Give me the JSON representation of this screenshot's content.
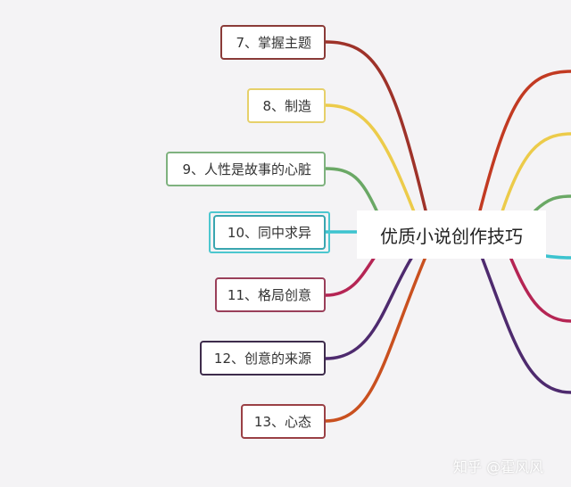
{
  "central_topic": "优质小说创作技巧",
  "branches": [
    {
      "label": "7、掌握主题",
      "color": "#9e3229"
    },
    {
      "label": "8、制造",
      "color": "#eccb4a"
    },
    {
      "label": "9、人性是故事的心脏",
      "color": "#6aa865"
    },
    {
      "label": "10、同中求异",
      "color": "#3cc3cf"
    },
    {
      "label": "11、格局创意",
      "color": "#b52554"
    },
    {
      "label": "12、创意的来源",
      "color": "#4e2a6e"
    },
    {
      "label": "13、心态",
      "color": "#c9501f"
    }
  ],
  "watermark": "知乎 @霍风风"
}
